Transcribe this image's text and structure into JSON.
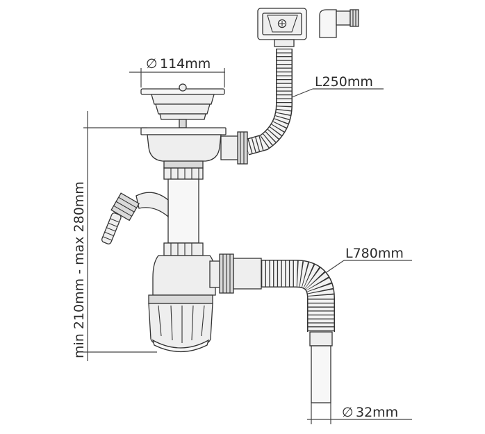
{
  "labels": {
    "diameter_top": "114mm",
    "overflow_hose_length": "L250mm",
    "drain_hose_length": "L780mm",
    "height_range": "min 210mm - max 280mm",
    "diameter_outlet": "32mm"
  },
  "symbols": {
    "diameter": "∅"
  },
  "colors": {
    "stroke": "#333333",
    "fill_light": "#eeeeee",
    "fill_dark": "#d9d9d9",
    "text": "#2a2a2a"
  }
}
